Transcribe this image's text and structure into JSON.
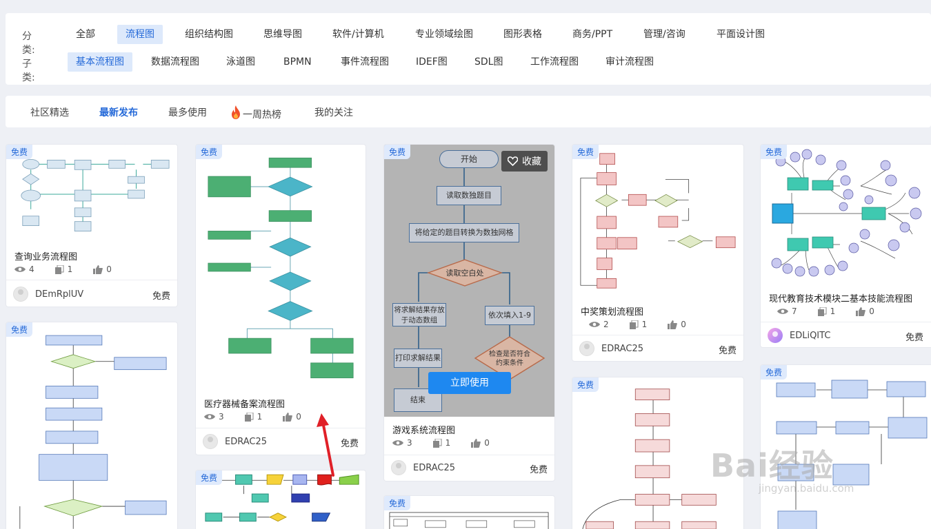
{
  "filters": {
    "category_label": "分类:",
    "categories": [
      "全部",
      "流程图",
      "组织结构图",
      "思维导图",
      "软件/计算机",
      "专业领域绘图",
      "图形表格",
      "商务/PPT",
      "管理/咨询",
      "平面设计图"
    ],
    "subcategory_label": "子类:",
    "subcategories": [
      "基本流程图",
      "数据流程图",
      "泳道图",
      "BPMN",
      "事件流程图",
      "IDEF图",
      "SDL图",
      "工作流程图",
      "审计流程图"
    ]
  },
  "tabs": [
    "社区精选",
    "最新发布",
    "最多使用",
    "一周热榜",
    "我的关注"
  ],
  "cards": [
    {
      "badge": "免费",
      "title": "查询业务流程图",
      "views": "4",
      "copies": "1",
      "likes": "0",
      "author": "DEmRplUV",
      "price": "免费"
    },
    {
      "badge": "免费",
      "title": "医疗器械备案流程图",
      "views": "3",
      "copies": "1",
      "likes": "0",
      "author": "EDRAC25",
      "price": "免费"
    },
    {
      "badge": "免费",
      "title": "游戏系统流程图",
      "views": "3",
      "copies": "1",
      "likes": "0",
      "author": "EDRAC25",
      "price": "免费",
      "fav_label": "收藏",
      "use_label": "立即使用"
    },
    {
      "badge": "免费",
      "title": "中奖策划流程图",
      "views": "2",
      "copies": "1",
      "likes": "0",
      "author": "EDRAC25",
      "price": "免费"
    },
    {
      "badge": "免费",
      "title": "现代教育技术模块二基本技能流程图",
      "views": "7",
      "copies": "1",
      "likes": "0",
      "author": "EDLiQITC",
      "price": "免费"
    },
    {
      "badge": "免费"
    },
    {
      "badge": "免费"
    },
    {
      "badge": "免费"
    },
    {
      "badge": "免费"
    },
    {
      "badge": "免费"
    }
  ],
  "game_flow": {
    "start": "开始",
    "read": "读取数独题目",
    "convert": "将给定的题目转换为数独网格",
    "read_blank": "读取空白处",
    "store": "将求解结果存放于动态数组",
    "fill": "依次填入1-9",
    "print": "打印求解结果",
    "check": "检查是否符合约束条件",
    "end": "结束"
  },
  "watermark": {
    "brand": "Bai经验",
    "url": "jingyan.baidu.com"
  }
}
